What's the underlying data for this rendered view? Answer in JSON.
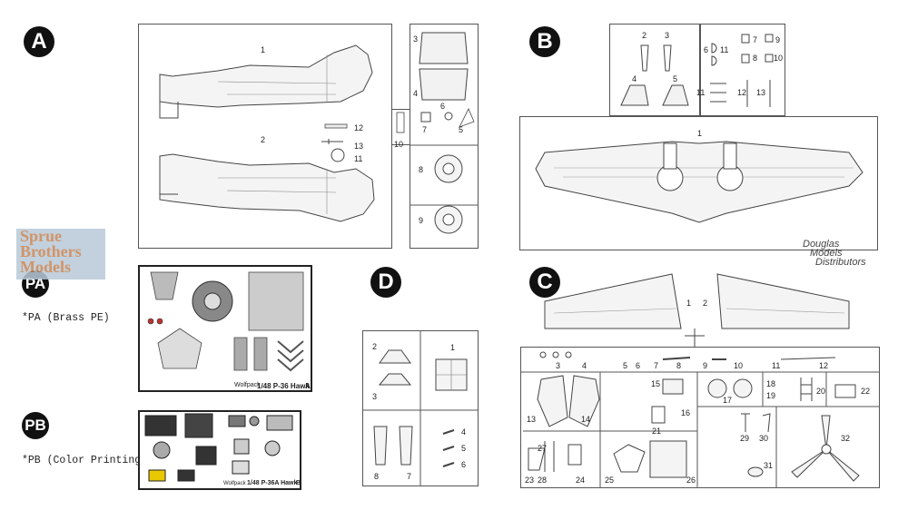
{
  "labels": {
    "sprue_a": "A",
    "sprue_b": "B",
    "sprue_c": "C",
    "sprue_d": "D",
    "pe_a": "PA",
    "pe_b": "PB"
  },
  "notes": {
    "pa": "*PA (Brass PE)",
    "pb": "*PB (Color Printing PE)"
  },
  "fret_captions": {
    "pa": "1/48 P-36 Hawk",
    "pa_letter": "A",
    "pb": "1/48 P-36A Hawk",
    "pb_letter": "B",
    "brand": "Wolfpack"
  },
  "watermarks": {
    "sprue_brothers": [
      "Sprue",
      "Brothers",
      "Models"
    ],
    "dmd": [
      "Douglas",
      "Models",
      "Distributors"
    ]
  },
  "part_numbers": {
    "a": [
      "1",
      "2",
      "3",
      "4",
      "5",
      "6",
      "7",
      "8",
      "9",
      "10",
      "11",
      "12",
      "13"
    ],
    "b": [
      "1",
      "2",
      "3",
      "4",
      "5",
      "6",
      "7",
      "8",
      "9",
      "10",
      "11",
      "12",
      "13"
    ],
    "c": [
      "1",
      "2",
      "3",
      "4",
      "5",
      "6",
      "7",
      "8",
      "9",
      "10",
      "11",
      "12",
      "13",
      "14",
      "15",
      "16",
      "17",
      "18",
      "19",
      "20",
      "21",
      "22",
      "23",
      "24",
      "25",
      "26",
      "27",
      "28",
      "29",
      "30",
      "31",
      "32"
    ],
    "d": [
      "1",
      "2",
      "3",
      "4",
      "5",
      "6",
      "7",
      "8"
    ]
  }
}
